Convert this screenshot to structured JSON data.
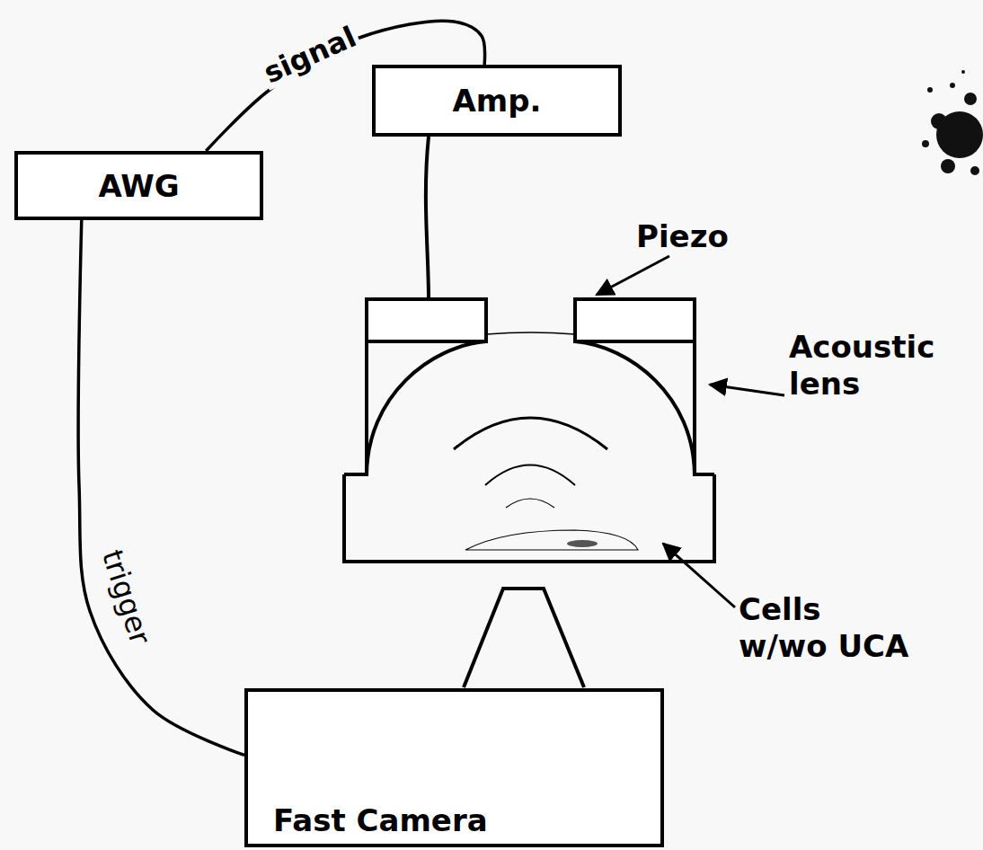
{
  "diagram": {
    "nodes": [
      {
        "text": [
          "AWG"
        ]
      },
      {
        "text": [
          "Amp."
        ]
      },
      {
        "text": [
          "Fast Camera"
        ]
      }
    ],
    "edges": [
      {
        "from": 0,
        "to": 1,
        "label": "signal",
        "arrow": "none"
      },
      {
        "from": 0,
        "to": 2,
        "label": "trigger",
        "arrow": "none"
      }
    ],
    "labels": [
      "Piezo",
      "Acoustic lens",
      "Cells w/wo UCA"
    ]
  }
}
